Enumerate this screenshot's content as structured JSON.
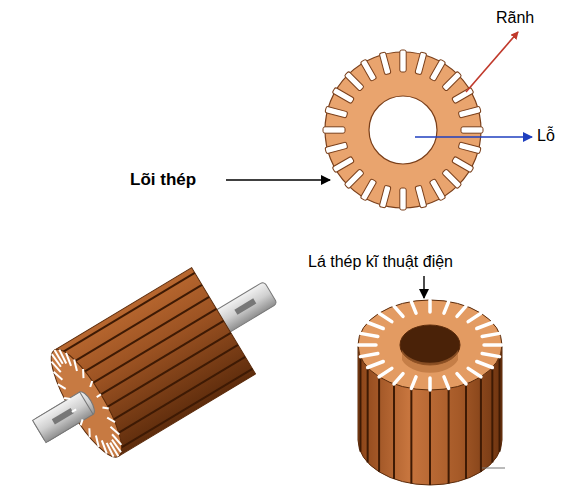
{
  "diagram": {
    "labels": [
      "Rãnh",
      "Lỗ",
      "Lõi thép",
      "Lá thép kĩ thuật điện"
    ]
  }
}
